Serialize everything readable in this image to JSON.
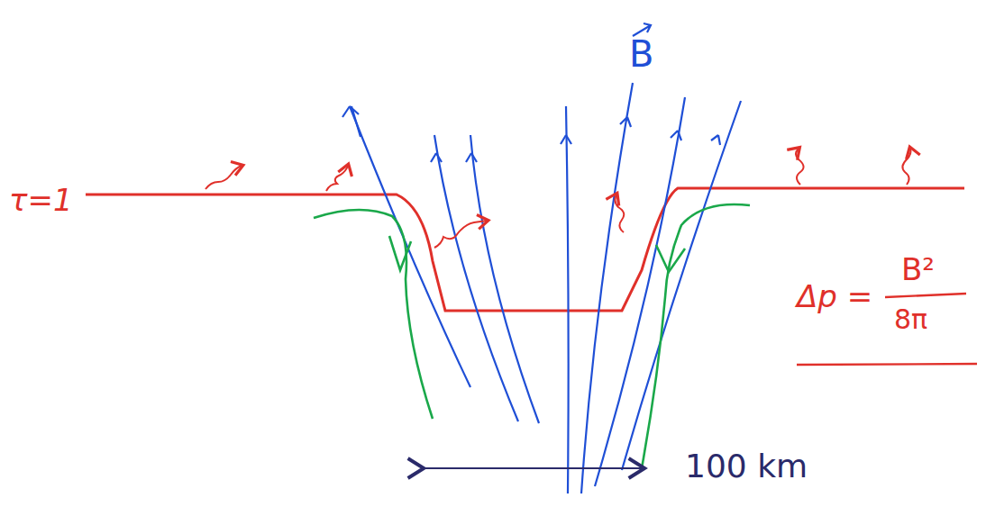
{
  "diagram": {
    "labels": [
      "τ=1",
      "B",
      "Δp =",
      "B²",
      "8π",
      "100 km"
    ]
  }
}
